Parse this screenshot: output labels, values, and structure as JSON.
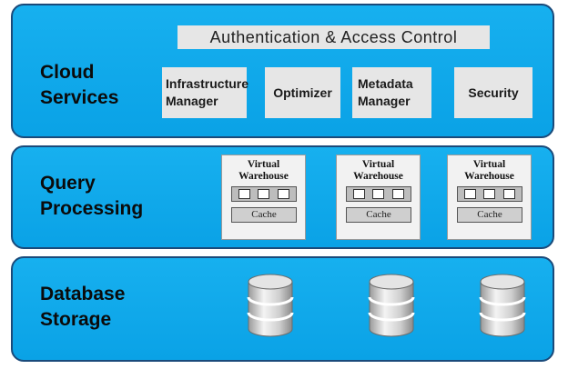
{
  "cloud_services": {
    "title_line1": "Cloud",
    "title_line2": "Services",
    "auth_label": "Authentication & Access Control",
    "services": [
      {
        "line1": "Infrastructure",
        "line2": "Manager"
      },
      {
        "line1": "Optimizer",
        "line2": ""
      },
      {
        "line1": "Metadata",
        "line2": "Manager"
      },
      {
        "line1": "Security",
        "line2": ""
      }
    ]
  },
  "query_processing": {
    "title_line1": "Query",
    "title_line2": "Processing",
    "warehouses": [
      {
        "line1": "Virtual",
        "line2": "Warehouse",
        "cache": "Cache"
      },
      {
        "line1": "Virtual",
        "line2": "Warehouse",
        "cache": "Cache"
      },
      {
        "line1": "Virtual",
        "line2": "Warehouse",
        "cache": "Cache"
      }
    ]
  },
  "database_storage": {
    "title_line1": "Database",
    "title_line2": "Storage",
    "cylinder_count": 3
  },
  "colors": {
    "layer_fill": "#0aa2e6",
    "layer_border": "#1a4a7a",
    "box_fill": "#e6e6e6"
  }
}
